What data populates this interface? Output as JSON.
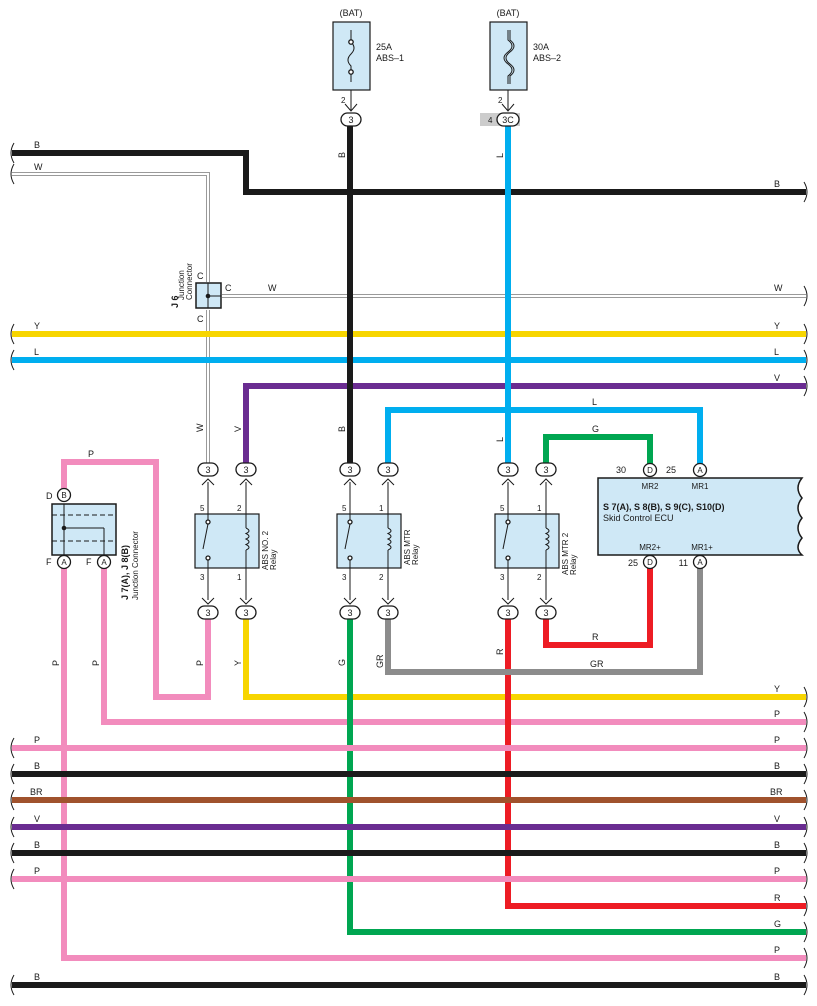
{
  "colors": {
    "B": "#1a1a1a",
    "W": "#9a9a9a",
    "Y": "#f7d500",
    "L": "#00aeef",
    "V": "#6a2c91",
    "G": "#00a651",
    "R": "#ed1c24",
    "GR": "#8c8c8c",
    "P": "#f28cbd",
    "BR": "#a0522d",
    "box": "#cfe8f6",
    "grey_tag": "#cccccc"
  },
  "fuses": {
    "abs1": {
      "source": "(BAT)",
      "rating": "25A",
      "name": "ABS–1",
      "pin_top": "2",
      "connector": "3"
    },
    "abs2": {
      "source": "(BAT)",
      "rating": "30A",
      "name": "ABS–2",
      "pin_top": "2",
      "connector_num": "4",
      "connector": "3C"
    }
  },
  "junction_j6": {
    "id": "J 6",
    "name_line1": "Junction",
    "name_line2": "Connector",
    "pin_top": "C",
    "pin_right": "C",
    "pin_bottom": "C"
  },
  "junction_j7j8": {
    "id": "J 7(A), J 8(B)",
    "name": "Junction Connector",
    "pin_top_label": "D",
    "pin_top": "B",
    "pin_bottom_left_label": "F",
    "pin_bottom_left": "A",
    "pin_bottom_right_label": "F",
    "pin_bottom_right": "A"
  },
  "relays": {
    "abs_no2": {
      "name_line1": "ABS NO. 2",
      "name_line2": "Relay",
      "p5": "5",
      "p2": "2",
      "p3": "3",
      "p1": "1",
      "c_tl": "3",
      "c_tr": "3",
      "c_bl": "3",
      "c_br": "3"
    },
    "abs_mtr": {
      "name_line1": "ABS MTR",
      "name_line2": "Relay",
      "p5": "5",
      "p2": "1",
      "p3": "3",
      "p1": "2",
      "c_tl": "3",
      "c_tr": "3",
      "c_bl": "3",
      "c_br": "3"
    },
    "abs_mtr2": {
      "name_line1": "ABS MTR 2",
      "name_line2": "Relay",
      "p5": "5",
      "p2": "1",
      "p3": "3",
      "p1": "2",
      "c_tl": "3",
      "c_tr": "3",
      "c_bl": "3",
      "c_br": "3"
    }
  },
  "ecu": {
    "connectors": "S 7(A), S 8(B), S 9(C), S10(D)",
    "name": "Skid Control ECU",
    "pin_mr2_num": "30",
    "pin_mr2_conn": "D",
    "pin_mr2_name": "MR2",
    "pin_mr1_num": "25",
    "pin_mr1_conn": "A",
    "pin_mr1_name": "MR1",
    "pin_mr2p_num": "25",
    "pin_mr2p_conn": "D",
    "pin_mr2p_name": "MR2+",
    "pin_mr1p_num": "11",
    "pin_mr1p_conn": "A",
    "pin_mr1p_name": "MR1+"
  },
  "wire_labels": {
    "b_top": "B",
    "w_top": "W",
    "b_right_top": "B",
    "w_right": "W",
    "w_mid": "W",
    "y_left": "Y",
    "y_right": "Y",
    "l_left": "L",
    "l_right": "L",
    "v_right": "V",
    "l_loop": "L",
    "g_loop": "G",
    "w_vert": "W",
    "v_vert": "V",
    "b_vert": "B",
    "l_vert_top": "L",
    "l_vert": "L",
    "p_jc": "P",
    "p_vert1": "P",
    "p_vert2": "P",
    "p_vert3": "P",
    "y_vert": "Y",
    "g_vert": "G",
    "gr_vert": "GR",
    "r_vert": "R",
    "r_h": "R",
    "gr_h": "GR",
    "y_out": "Y",
    "p_out1": "P",
    "p_bus_l": "P",
    "p_bus_r": "P",
    "b_bus1_l": "B",
    "b_bus1_r": "B",
    "br_bus_l": "BR",
    "br_bus_r": "BR",
    "v_bus_l": "V",
    "v_bus_r": "V",
    "b_bus2_l": "B",
    "b_bus2_r": "B",
    "p_bus2_l": "P",
    "p_bus2_r": "P",
    "r_out": "R",
    "g_out": "G",
    "p_out2": "P",
    "b_bot_l": "B",
    "b_bot_r": "B"
  }
}
